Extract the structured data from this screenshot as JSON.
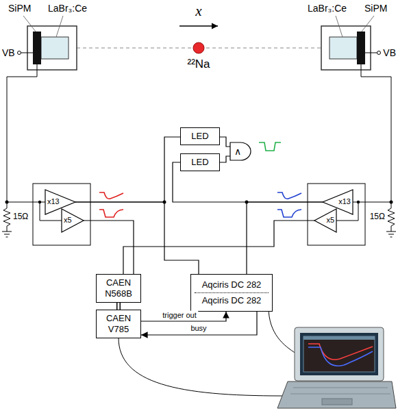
{
  "diagram": {
    "nodes": [
      {
        "text": [
          "LED"
        ]
      },
      {
        "text": [
          "LED"
        ]
      },
      {
        "text": [
          "∧"
        ]
      },
      {
        "text": [
          "x13"
        ]
      },
      {
        "text": [
          "x13"
        ]
      },
      {
        "text": [
          "x5"
        ]
      },
      {
        "text": [
          "x5"
        ]
      },
      {
        "text": [
          "CAEN N568B"
        ]
      },
      {
        "text": [
          "Aqciris DC 282",
          "Aqciris DC 282"
        ]
      },
      {
        "text": [
          "CAEN V785"
        ]
      }
    ],
    "edges": [
      {
        "from": 3,
        "to": 0,
        "arrow": "none"
      },
      {
        "from": 4,
        "to": 1,
        "arrow": "none"
      },
      {
        "from": 0,
        "to": 2,
        "arrow": "none"
      },
      {
        "from": 1,
        "to": 2,
        "arrow": "none"
      },
      {
        "from": 3,
        "to": 8,
        "arrow": "none"
      },
      {
        "from": 4,
        "to": 8,
        "arrow": "none"
      },
      {
        "from": 5,
        "to": 7,
        "arrow": "none"
      },
      {
        "from": 6,
        "to": 7,
        "arrow": "none"
      },
      {
        "from": 7,
        "to": 9,
        "arrow": "none"
      },
      {
        "from": 9,
        "to": 8,
        "label": "trigger out",
        "arrow": "to"
      },
      {
        "from": 8,
        "to": 9,
        "label": "busy",
        "arrow": "to"
      }
    ],
    "labels": [
      "SiPM",
      "LaBr₃:Ce",
      "x",
      "LaBr₃:Ce",
      "SiPM",
      "VB",
      "²²Na",
      "VB",
      "15Ω",
      "15Ω"
    ]
  }
}
